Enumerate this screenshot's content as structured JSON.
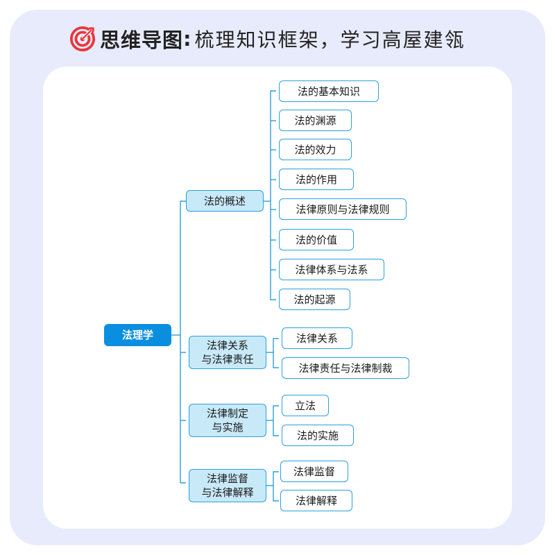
{
  "header": {
    "title_strong": "思维导图",
    "title_colon": ":",
    "title_rest": "梳理知识框架，学习高屋建瓴"
  },
  "colors": {
    "accent": "#0a8fe0",
    "line": "#2a9fdf",
    "l1_fill": "#c8e9f8",
    "frame": "#e8ebfb",
    "icon_red": "#e8363c"
  },
  "mindmap": {
    "root": "法理学",
    "branches": [
      {
        "label": "法的概述",
        "children": [
          "法的基本知识",
          "法的渊源",
          "法的效力",
          "法的作用",
          "法律原则与法律规则",
          "法的价值",
          "法律体系与法系",
          "法的起源"
        ]
      },
      {
        "label": "法律关系\n与法律责任",
        "children": [
          "法律关系",
          "法律责任与法律制裁"
        ]
      },
      {
        "label": "法律制定\n与实施",
        "children": [
          "立法",
          "法的实施"
        ]
      },
      {
        "label": "法律监督\n与法律解释",
        "children": [
          "法律监督",
          "法律解释"
        ]
      }
    ]
  }
}
